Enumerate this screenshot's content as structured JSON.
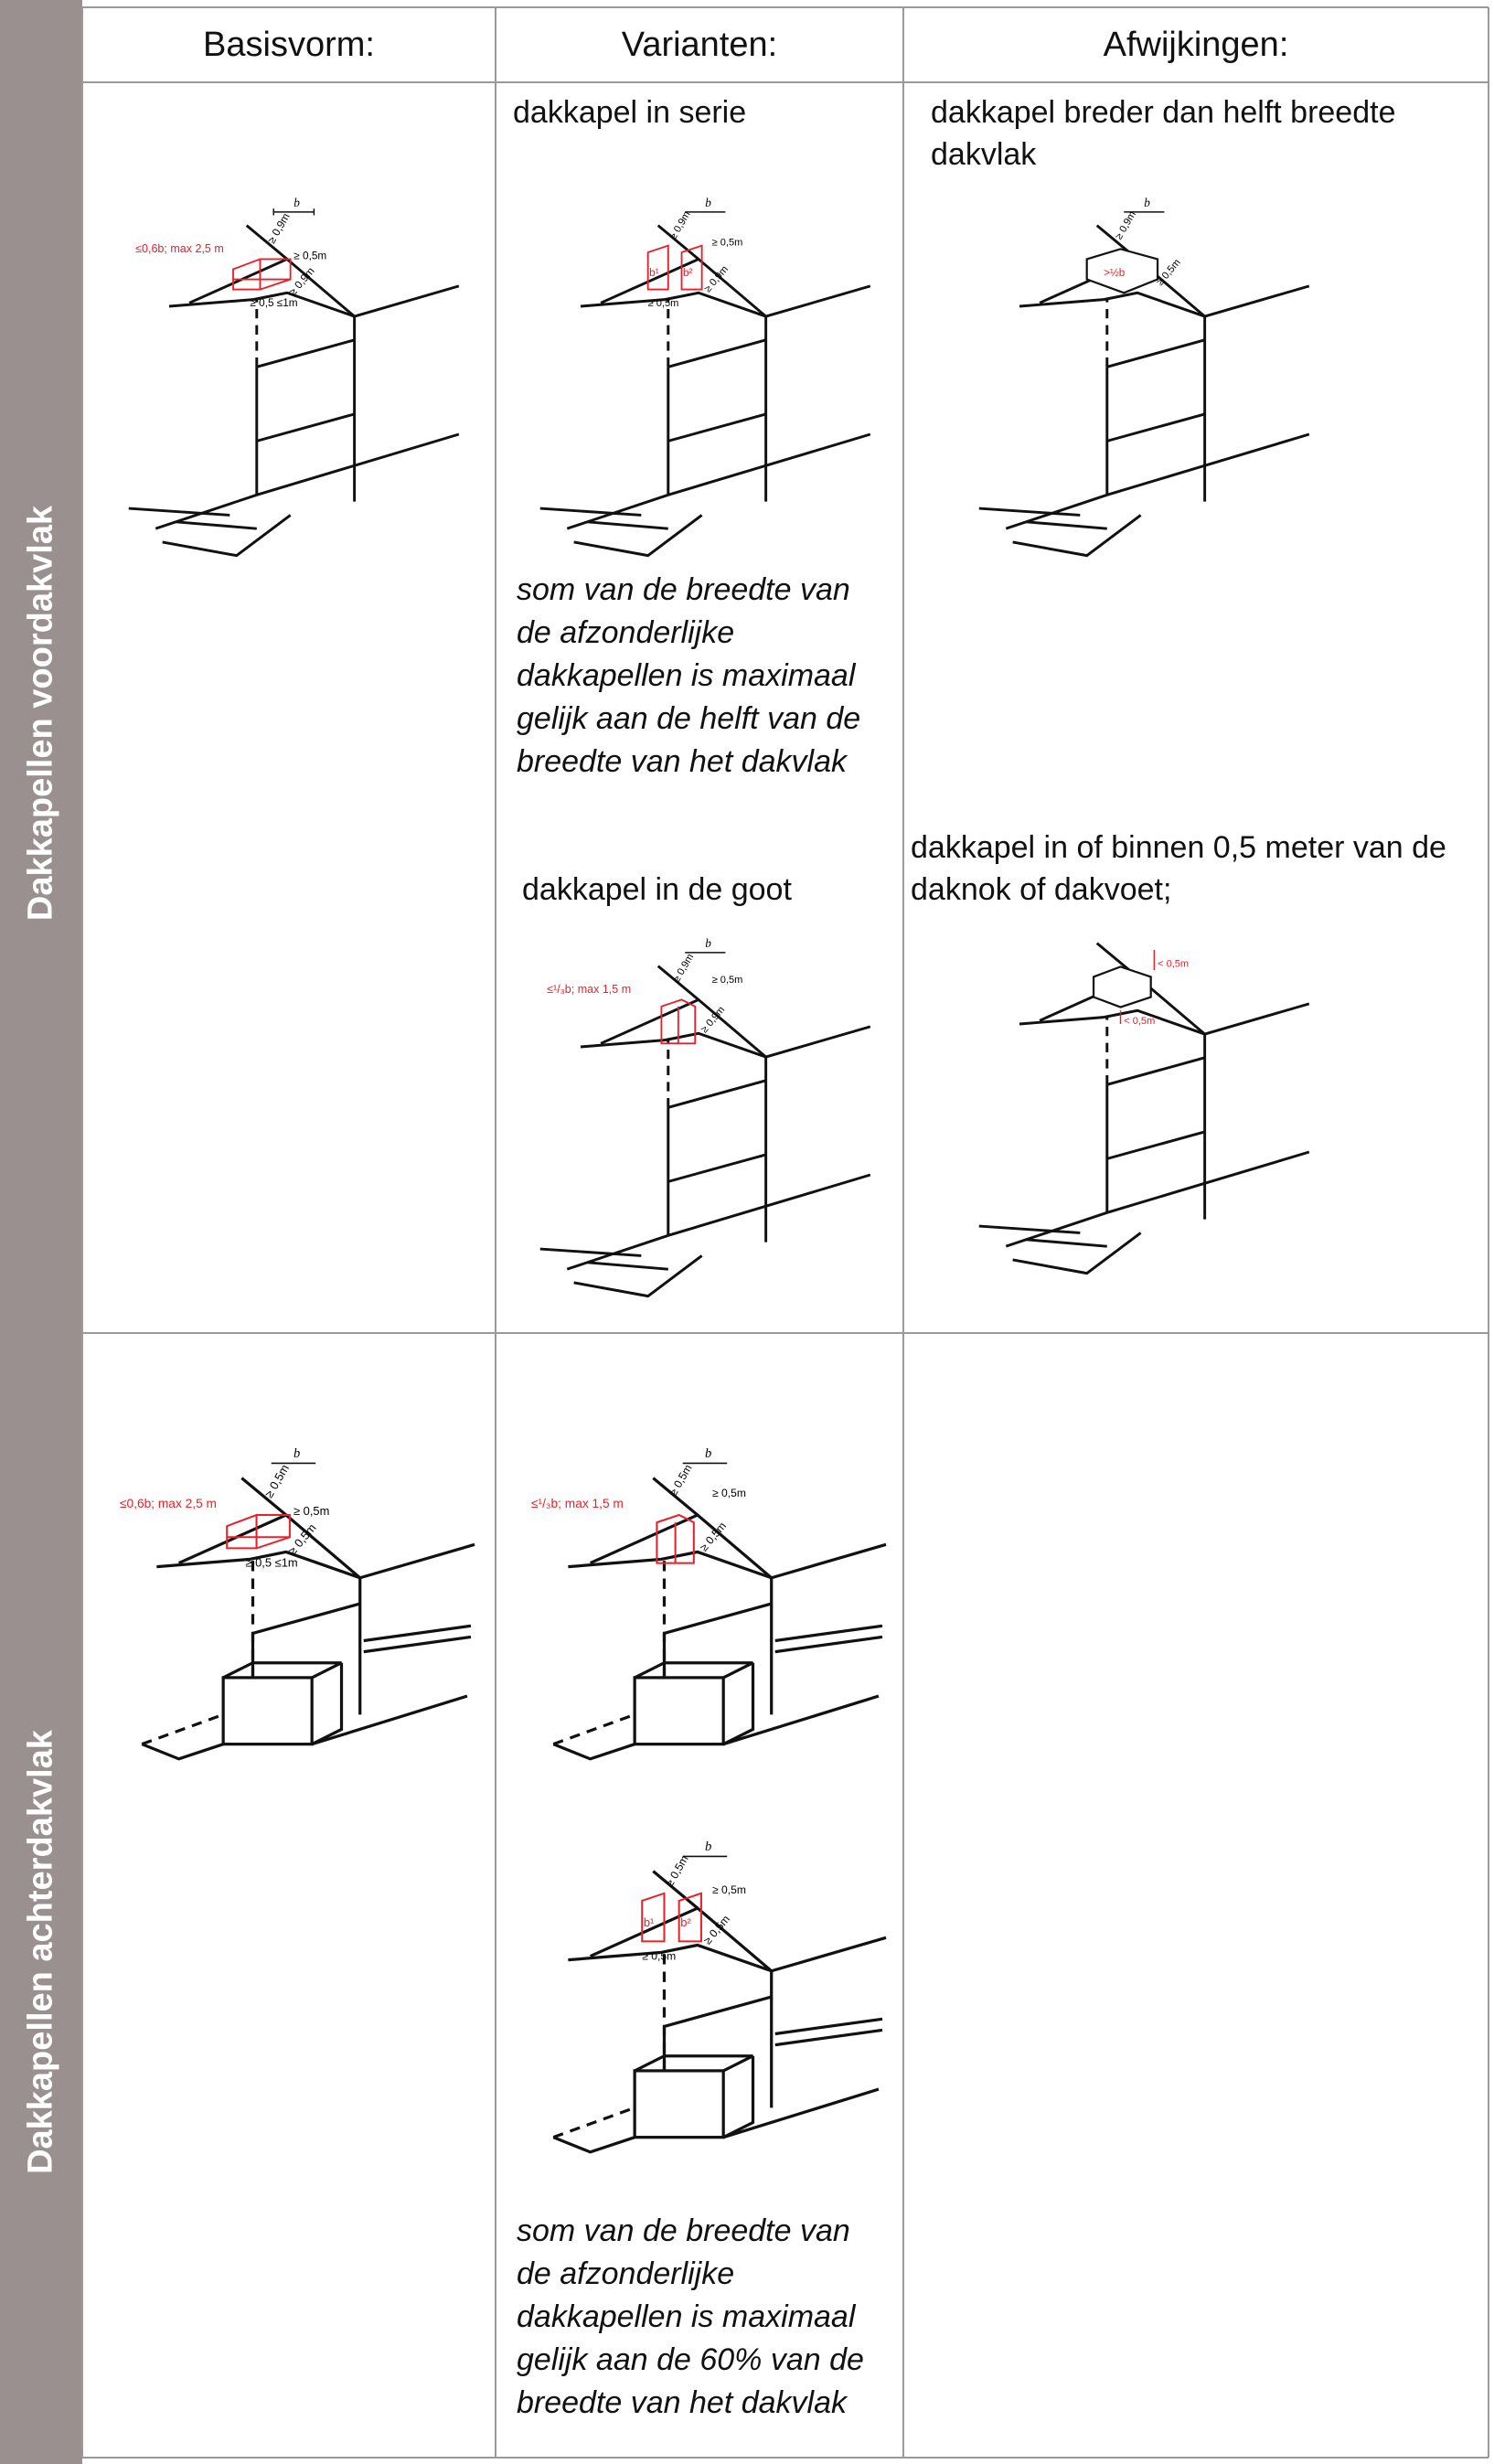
{
  "headers": {
    "basis": "Basisvorm:",
    "varianten": "Varianten:",
    "afwijkingen": "Afwijkingen:"
  },
  "rows": {
    "front": "Dakkapellen voordakvlak",
    "rear": "Dakkapellen achterdakvlak"
  },
  "captions": {
    "serie": "dakkapel in serie",
    "breder": "dakkapel breder dan helft breedte dakvlak",
    "goot": "dakkapel in de goot",
    "nok": "dakkapel in of binnen 0,5 meter van de daknok of dakvoet;"
  },
  "notes": {
    "front_series": "som van de breedte van de afzonderlijke dakkapellen is maximaal gelijk aan de helft van de breedte van het dakvlak",
    "rear_series": "som van de breedte van de afzonderlijke dakkapellen is maximaal gelijk aan de 60% van de breedte van het dakvlak"
  },
  "dims": {
    "b": "b",
    "b1": "b¹",
    "b2": "b²",
    "ge09": "≥ 0,9m",
    "ge05": "≥ 0,5m",
    "ge05_le1": "≥ 0,5 ≤1m",
    "lt05": "< 0,5m",
    "max25": "≤0,6b; max 2,5 m",
    "max15": "≤¹/₃b; max 1,5 m",
    "gthalf": ">½b"
  },
  "colors": {
    "sidebar": "#9a9090",
    "dormer": "#e8202a",
    "grid": "#9a9a9a"
  }
}
